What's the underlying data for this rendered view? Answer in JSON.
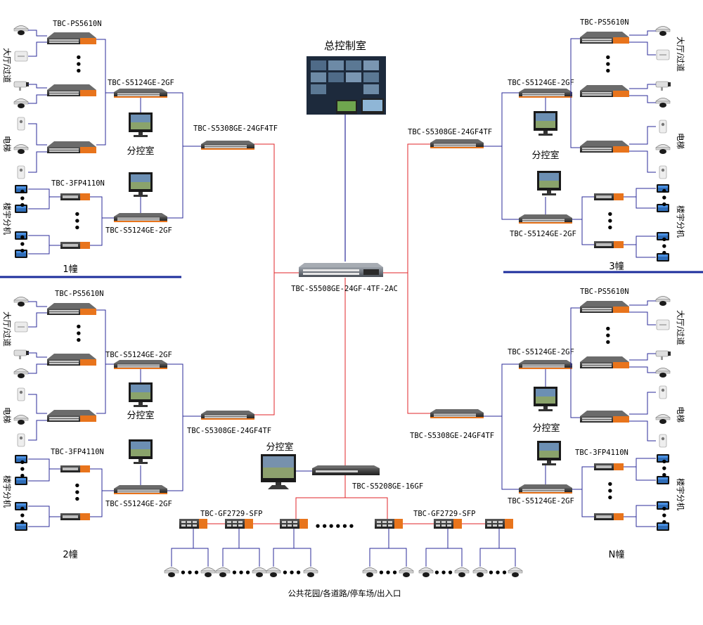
{
  "title": "总控制室",
  "core_switch": "TBC-S5508GE-24GF-4TF-2AC",
  "colors": {
    "fiber": "#e0262a",
    "copper": "#2b2b9a",
    "divider": "#1c2d9c",
    "switch_orange": "#e8741c"
  },
  "buildings": {
    "b1": {
      "name": "1幢",
      "poe_switch": "TBC-PS5610N",
      "access_top": "TBC-S5124GE-2GF",
      "agg": "TBC-S5308GE-24GF4TF",
      "fiber_switch": "TBC-3FP4110N",
      "access_bottom": "TBC-S5124GE-2GF",
      "room": "分控室",
      "area_hall": "大厅/过道",
      "area_elevator": "电梯",
      "area_intercom": "楼宇分机"
    },
    "b2": {
      "name": "2幢",
      "poe_switch": "TBC-PS5610N",
      "access_top": "TBC-S5124GE-2GF",
      "agg": "TBC-S5308GE-24GF4TF",
      "fiber_switch": "TBC-3FP4110N",
      "access_bottom": "TBC-S5124GE-2GF",
      "room": "分控室",
      "area_hall": "大厅/过道",
      "area_elevator": "电梯",
      "area_intercom": "楼宇分机"
    },
    "b3": {
      "name": "3幢",
      "poe_switch": "TBC-PS5610N",
      "access_top": "TBC-S5124GE-2GF",
      "agg": "TBC-S5308GE-24GF4TF",
      "access_bottom": "TBC-S5124GE-2GF",
      "room": "分控室",
      "area_hall": "大厅/过道",
      "area_elevator": "电梯",
      "area_intercom": "楼宇分机"
    },
    "bN": {
      "name": "N幢",
      "poe_switch": "TBC-PS5610N",
      "access_top": "TBC-S5124GE-2GF",
      "agg": "TBC-S5308GE-24GF4TF",
      "fiber_switch": "TBC-3FP4110N",
      "access_bottom": "TBC-S5124GE-2GF",
      "room": "分控室",
      "area_hall": "大厅/过道",
      "area_elevator": "电梯",
      "area_intercom": "楼宇分机"
    }
  },
  "public": {
    "room": "分控室",
    "switch": "TBC-S5208GE-16GF",
    "fiber_left": "TBC-GF2729-SFP",
    "fiber_right": "TBC-GF2729-SFP",
    "area": "公共花园/各道路/停车场/出入口"
  },
  "ellipsis_h": "•••",
  "ellipsis_h2": "••••••"
}
